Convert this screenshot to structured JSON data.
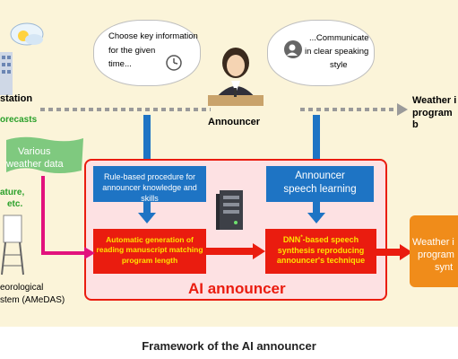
{
  "station": {
    "station_label": "station",
    "forecasts_label": "orecasts",
    "various_weather_data": [
      "Various",
      "weather data"
    ],
    "nature_label": "ature,",
    "etc_label": "etc.",
    "meteorological_label": [
      "eorological",
      "stem (AMeDAS)"
    ]
  },
  "announcer": {
    "label": "Announcer",
    "bubble_left": [
      "Choose key information",
      "for the given",
      "time..."
    ],
    "bubble_right": [
      "...Communicate",
      "in clear speaking",
      "style"
    ]
  },
  "output_top": [
    "Weather i",
    "program b"
  ],
  "ai_block": {
    "title": "AI announcer",
    "rule_box": [
      "Rule-based procedure for",
      "announcer knowledge and skills"
    ],
    "speech_box": [
      "Announcer",
      "speech learning"
    ],
    "manuscript_box": [
      "Automatic generation of",
      "reading manuscript matching",
      "program length"
    ],
    "dnn_box": [
      "DNN",
      "*",
      "-based speech",
      "synthesis reproducing",
      "announcer's technique"
    ]
  },
  "output_right": [
    "Weather i",
    "program",
    "synt"
  ],
  "caption": "Framework of the AI announcer",
  "colors": {
    "background": "#fbf4d9",
    "blue": "#1e74c4",
    "red": "#ea1c0f",
    "pink_frame": "#fde1e3",
    "orange": "#f08c1a",
    "green": "#2aa02a",
    "magenta": "#e2127d"
  }
}
